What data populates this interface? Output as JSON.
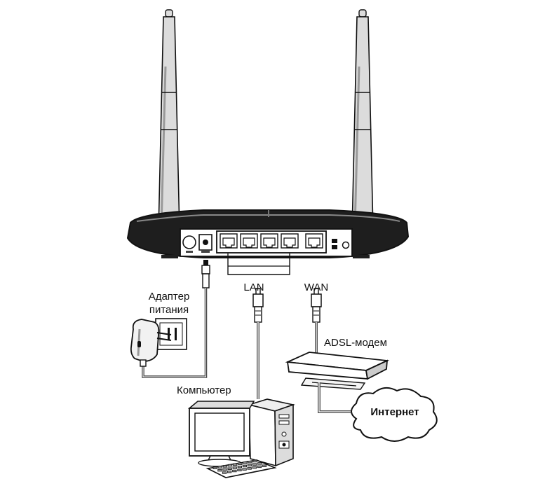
{
  "labels": {
    "adapter_line1": "Адаптер",
    "adapter_line2": "питания",
    "lan": "LAN",
    "wan": "WAN",
    "modem": "ADSL-модем",
    "computer": "Компьютер",
    "internet": "Интернет"
  },
  "router": {
    "lan_port_count": 4,
    "wan_port_count": 1,
    "antenna_count": 2
  },
  "colors": {
    "line": "#111111",
    "cable": "#555555",
    "fill_dark": "#1e1e1e",
    "fill_light": "#ffffff",
    "fill_gray": "#cfcfcf"
  }
}
